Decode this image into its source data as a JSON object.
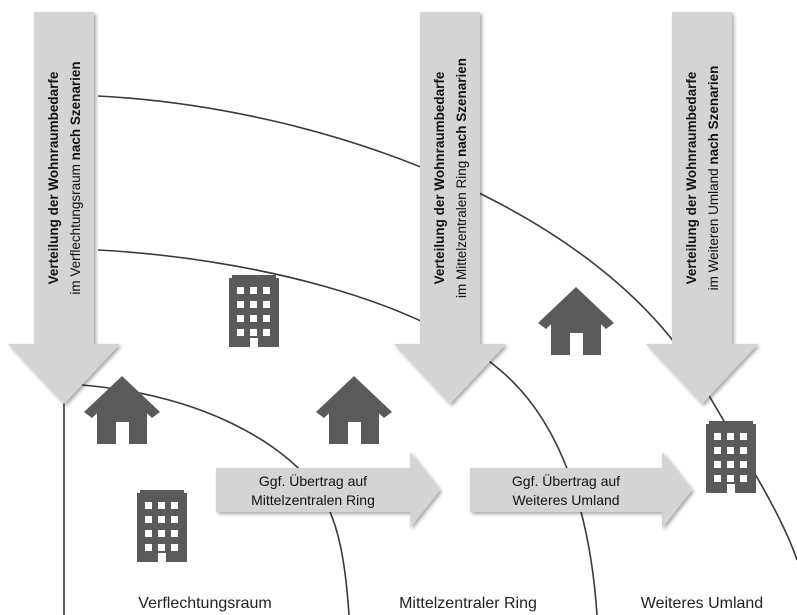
{
  "scenario_arrows": [
    {
      "line1": "Verteilung der Wohnraumbedarfe",
      "line2_normal": "im Verflechtungsraum ",
      "line2_bold": "nach Szenarien"
    },
    {
      "line1": "Verteilung der Wohnraumbedarfe",
      "line2_normal": "im Mittelzentralen Ring ",
      "line2_bold": "nach Szenarien"
    },
    {
      "line1": "Verteilung der Wohnraumbedarfe",
      "line2_normal": "im Weiteren Umland ",
      "line2_bold": "nach Szenarien"
    }
  ],
  "transfer_arrows": [
    {
      "line1": "Ggf. Übertrag auf",
      "line2": "Mittelzentralen Ring"
    },
    {
      "line1": "Ggf. Übertrag auf",
      "line2": "Weiteres Umland"
    }
  ],
  "zones": [
    {
      "label": "Verflechtungsraum"
    },
    {
      "label": "Mittelzentraler Ring"
    },
    {
      "label": "Weiteres Umland"
    }
  ],
  "icons": {
    "house": "house-icon",
    "apartment": "apartment-building-icon"
  },
  "colors": {
    "arrow_fill": "#d4d4d4",
    "icon_fill": "#5a5a5a",
    "line": "#3a3a3a"
  }
}
